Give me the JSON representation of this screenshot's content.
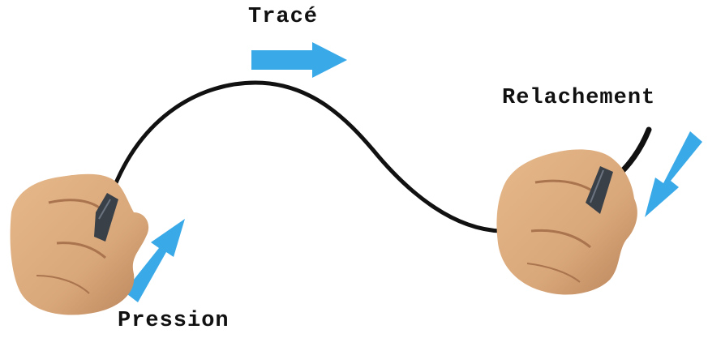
{
  "labels": {
    "trace": "Tracé",
    "relachement": "Relachement",
    "pression": "Pression"
  },
  "colors": {
    "arrow": "#3aa9e8",
    "stroke": "#111111",
    "skin": "#d9a87a",
    "skin_shadow": "#b9835a",
    "pen": "#3a4048"
  },
  "icons": {
    "trace_arrow": "arrow-right-icon",
    "pression_arrow": "arrow-up-right-icon",
    "relachement_arrow": "arrow-down-left-icon",
    "hand_start": "hand-holding-pen-icon",
    "hand_end": "hand-holding-pen-icon"
  }
}
